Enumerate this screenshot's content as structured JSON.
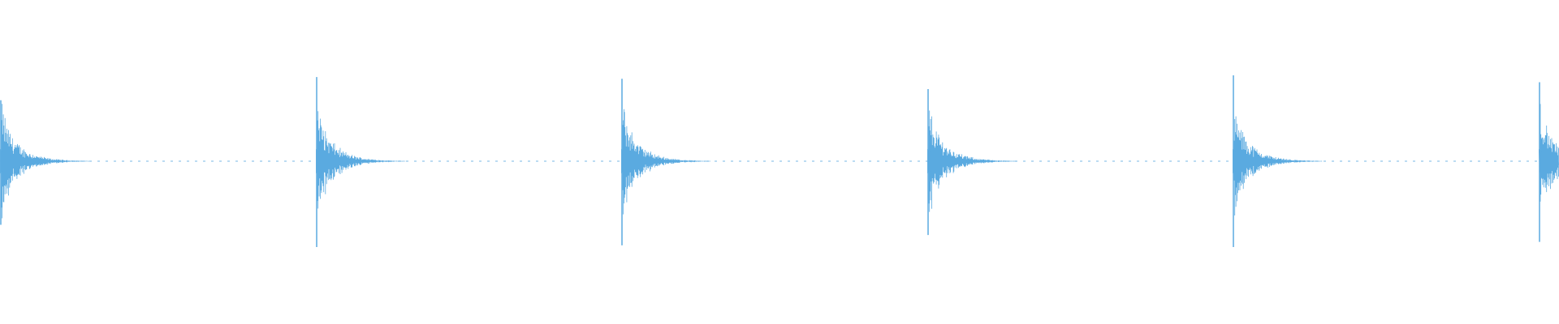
{
  "waveform": {
    "color": "#5aaae0",
    "background": "#ffffff",
    "transients": [
      {
        "peak_up": 0.71,
        "peak_down": 0.74
      },
      {
        "peak_up": 0.98,
        "peak_down": 1.0
      },
      {
        "peak_up": 0.96,
        "peak_down": 0.98
      },
      {
        "peak_up": 0.84,
        "peak_down": 0.86
      },
      {
        "peak_up": 1.0,
        "peak_down": 1.0
      },
      {
        "peak_up": 0.92,
        "peak_down": 0.94
      }
    ]
  }
}
